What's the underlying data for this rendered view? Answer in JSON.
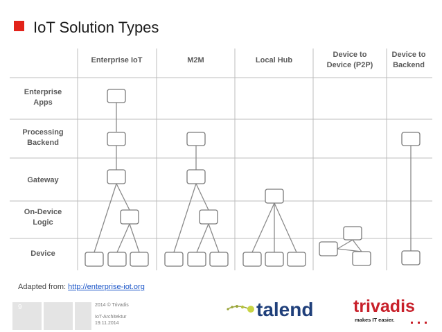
{
  "title": "IoT Solution Types",
  "accent_color": "#e2231a",
  "columns": [
    "Enterprise IoT",
    "M2M",
    "Local Hub",
    "Device to\nDevice (P2P)",
    "Device to\nBackend"
  ],
  "rows": [
    "Enterprise\nApps",
    "Processing\nBackend",
    "Gateway",
    "On-Device\nLogic",
    "Device"
  ],
  "source": {
    "prefix": "Adapted from: ",
    "link": "http://enterprise-iot.org"
  },
  "footer": {
    "page": "9",
    "copyright": "2014 © Trivadis",
    "subject": "IoT-Architektur",
    "date": "19.11.2014"
  },
  "logos": {
    "talend": "talend",
    "trivadis_wordmark": "trivadis",
    "trivadis_tagline": "makes IT easier."
  }
}
